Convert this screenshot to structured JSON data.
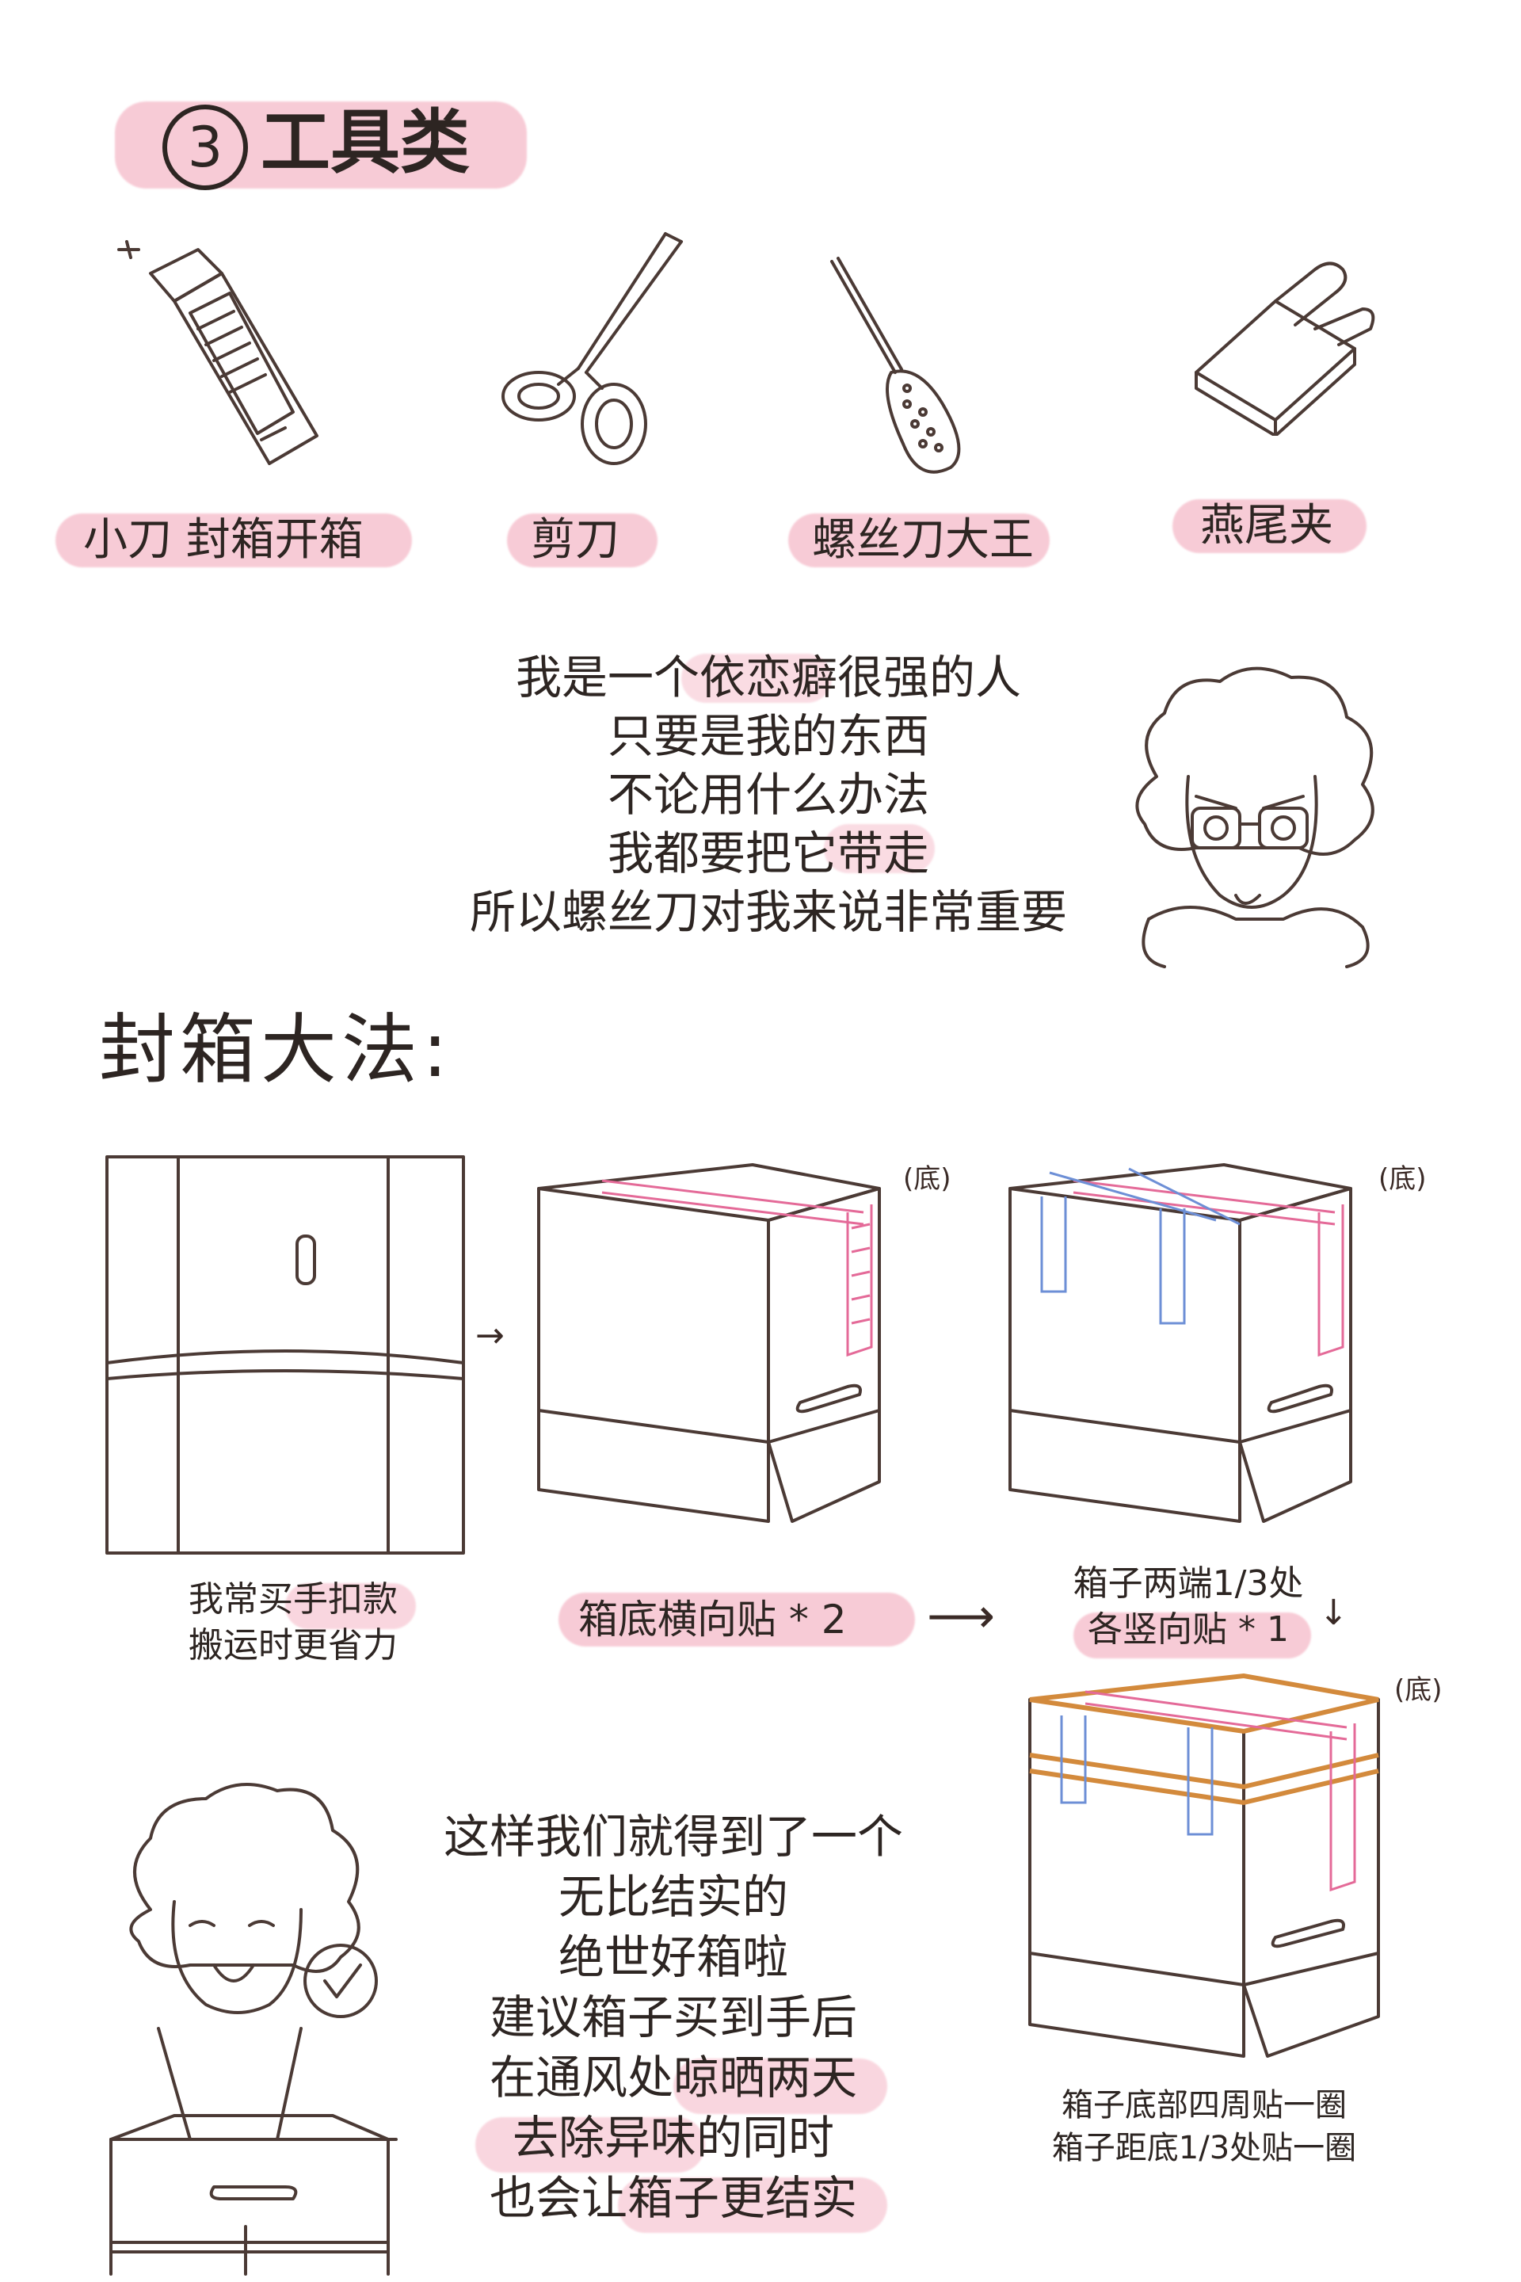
{
  "section_tools": {
    "number": "3",
    "title": "工具类",
    "items": [
      {
        "label": "小刀 封箱开箱",
        "icon": "utility-knife-icon"
      },
      {
        "label": "剪刀",
        "icon": "scissors-icon"
      },
      {
        "label": "螺丝刀大王",
        "icon": "screwdriver-icon"
      },
      {
        "label": "燕尾夹",
        "icon": "binder-clip-icon"
      }
    ]
  },
  "quote_block": {
    "lines": [
      "我是一个依恋癖很强的人",
      "只要是我的东西",
      "不论用什么办法",
      "我都要把它带走",
      "所以螺丝刀对我来说非常重要"
    ]
  },
  "section_seal": {
    "title": "封箱大法:",
    "step1_caption": [
      "我常买手扣款",
      "搬运时更省力"
    ],
    "step2_caption": "箱底横向贴 * 2",
    "step3_caption": [
      "箱子两端1/3处",
      "各竖向贴 * 1"
    ],
    "bottom_note": "(底)",
    "step4_caption": [
      "箱子底部四周贴一圈",
      "箱子距底1/3处贴一圈"
    ]
  },
  "conclusion_block": {
    "lines": [
      "这样我们就得到了一个",
      "无比结实的",
      "绝世好箱啦",
      "建议箱子买到手后",
      "在通风处晾晒两天",
      "去除异味的同时",
      "也会让箱子更结实"
    ]
  },
  "colors": {
    "highlight": "#f7c6d2",
    "tape_pink": "#e46a98",
    "tape_blue": "#6d8fd6",
    "tape_orange": "#d38a3c",
    "line": "#4b3a35"
  }
}
